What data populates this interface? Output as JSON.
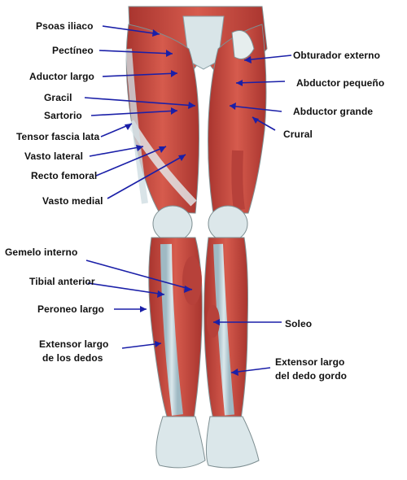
{
  "figure": {
    "left_labels": [
      {
        "id": "psoas",
        "text": "Psoas iliaco"
      },
      {
        "id": "pectineo",
        "text": "Pectíneo"
      },
      {
        "id": "aductor",
        "text": "Aductor largo"
      },
      {
        "id": "gracil",
        "text": "Gracil"
      },
      {
        "id": "sartorio",
        "text": "Sartorio"
      },
      {
        "id": "tensor",
        "text": "Tensor fascia lata"
      },
      {
        "id": "vasto-lateral",
        "text": "Vasto lateral"
      },
      {
        "id": "recto",
        "text": "Recto femoral"
      },
      {
        "id": "vasto-medial",
        "text": "Vasto medial"
      },
      {
        "id": "gemelo",
        "text": "Gemelo interno"
      },
      {
        "id": "tibial",
        "text": "Tibial anterior"
      },
      {
        "id": "peroneo",
        "text": "Peroneo largo"
      },
      {
        "id": "extensor-dedos-1",
        "text": "Extensor largo"
      },
      {
        "id": "extensor-dedos-2",
        "text": "de los dedos"
      }
    ],
    "right_labels": [
      {
        "id": "obturador",
        "text": "Obturador externo"
      },
      {
        "id": "abductor-peq",
        "text": "Abductor pequeño"
      },
      {
        "id": "abductor-gr",
        "text": "Abductor grande"
      },
      {
        "id": "crural",
        "text": "Crural"
      },
      {
        "id": "soleo",
        "text": "Soleo"
      },
      {
        "id": "extensor-gordo-1",
        "text": "Extensor largo"
      },
      {
        "id": "extensor-gordo-2",
        "text": "del dedo gordo"
      }
    ],
    "colors": {
      "arrow": "#1a1fa8",
      "muscle": "#c8483f",
      "muscle_dark": "#9e2f2b",
      "fascia": "#b7cdd6",
      "bone": "#dfe6e4",
      "skin_outline": "#7e8f92"
    }
  }
}
